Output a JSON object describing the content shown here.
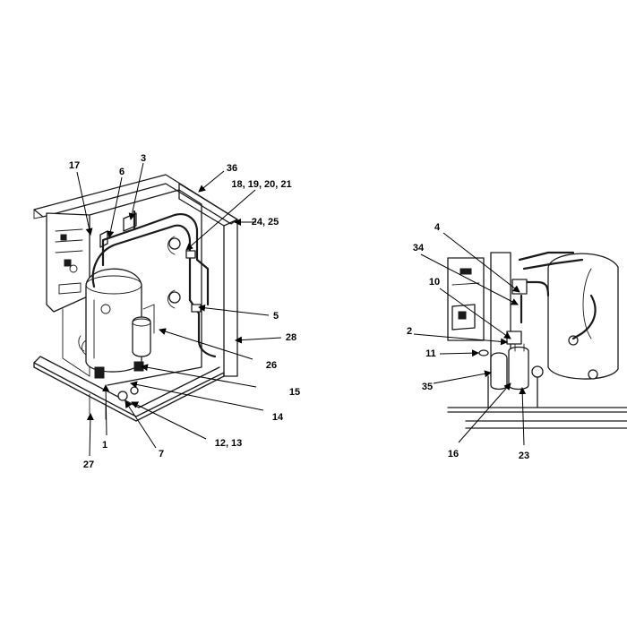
{
  "left_view": {
    "callouts": [
      {
        "id": "c1",
        "text": "1"
      },
      {
        "id": "c3",
        "text": "3"
      },
      {
        "id": "c5",
        "text": "5"
      },
      {
        "id": "c6",
        "text": "6"
      },
      {
        "id": "c7",
        "text": "7"
      },
      {
        "id": "c12",
        "text": "12, 13"
      },
      {
        "id": "c14",
        "text": "14"
      },
      {
        "id": "c15",
        "text": "15"
      },
      {
        "id": "c17",
        "text": "17"
      },
      {
        "id": "c18",
        "text": "18, 19, 20, 21"
      },
      {
        "id": "c24",
        "text": "24, 25"
      },
      {
        "id": "c26",
        "text": "26"
      },
      {
        "id": "c27",
        "text": "27"
      },
      {
        "id": "c28",
        "text": "28"
      },
      {
        "id": "c36",
        "text": "36"
      }
    ]
  },
  "right_view": {
    "callouts": [
      {
        "id": "c2",
        "text": "2"
      },
      {
        "id": "c4",
        "text": "4"
      },
      {
        "id": "c10",
        "text": "10"
      },
      {
        "id": "c11",
        "text": "11"
      },
      {
        "id": "c16",
        "text": "16"
      },
      {
        "id": "c23",
        "text": "23"
      },
      {
        "id": "c34",
        "text": "34"
      },
      {
        "id": "c35",
        "text": "35"
      }
    ]
  },
  "colors": {
    "ink": "#1a1a1a",
    "background": "#ffffff"
  }
}
